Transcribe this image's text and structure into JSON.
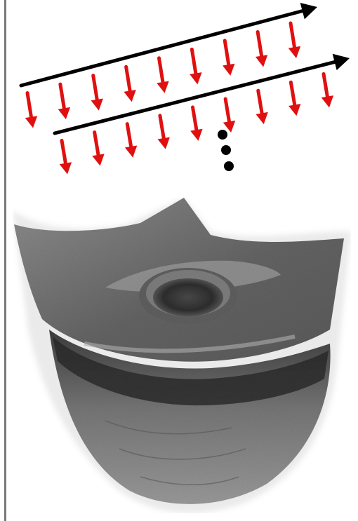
{
  "diagram": {
    "colors": {
      "scan_line": "#000000",
      "beam_arrow": "#e01010",
      "frame_border": "#7a7a7a",
      "tissue_dark": "#3a3a3a",
      "tissue_mid": "#6e6e6e",
      "tissue_light": "#a8a8a8"
    },
    "scan_lines": 2,
    "beam_arrows_per_line": [
      9,
      9
    ],
    "continuation_marker": "vertical-ellipsis",
    "specimen": "grayscale-3d-tissue-render"
  }
}
